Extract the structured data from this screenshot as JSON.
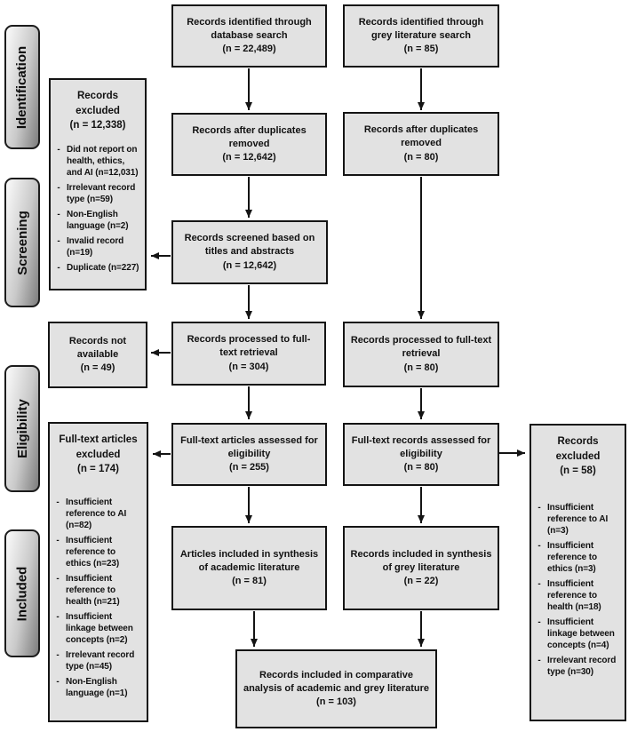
{
  "diagram": {
    "bullet": "-",
    "stages": [
      "Identification",
      "Screening",
      "Eligibility",
      "Included"
    ],
    "academic": {
      "identified": {
        "label": "Records identified through database search",
        "n": "(n = 22,489)"
      },
      "dedup": {
        "label": "Records after duplicates removed",
        "n": "(n = 12,642)"
      },
      "screened": {
        "label": "Records screened based on titles and abstracts",
        "n": "(n = 12,642)"
      },
      "fulltext": {
        "label": "Records processed to full-text retrieval",
        "n": "(n = 304)"
      },
      "assessed": {
        "label": "Full-text articles assessed for eligibility",
        "n": "(n = 255)"
      },
      "included": {
        "label": "Articles included in synthesis of academic literature",
        "n": "(n = 81)"
      }
    },
    "grey": {
      "identified": {
        "label": "Records identified through grey literature search",
        "n": "(n = 85)"
      },
      "dedup": {
        "label": "Records after duplicates removed",
        "n": "(n = 80)"
      },
      "fulltext": {
        "label": "Records processed to full-text retrieval",
        "n": "(n = 80)"
      },
      "assessed": {
        "label": "Full-text records assessed for eligibility",
        "n": "(n = 80)"
      },
      "included": {
        "label": "Records included in synthesis of grey literature",
        "n": "(n = 22)"
      }
    },
    "combined": {
      "label": "Records included in comparative analysis of academic and grey literature",
      "n": "(n = 103)"
    },
    "exclusions": {
      "screening": {
        "title": "Records excluded",
        "n": "(n = 12,338)",
        "items": [
          "Did not report on health, ethics, and AI (n=12,031)",
          "Irrelevant record type (n=59)",
          "Non-English language (n=2)",
          "Invalid record (n=19)",
          "Duplicate (n=227)"
        ]
      },
      "not_available": {
        "title": "Records not available",
        "n": "(n = 49)"
      },
      "fulltext_academic": {
        "title": "Full-text articles excluded",
        "n": "(n = 174)",
        "items": [
          "Insufficient reference to AI (n=82)",
          "Insufficient reference to ethics (n=23)",
          "Insufficient reference to health (n=21)",
          "Insufficient linkage between concepts (n=2)",
          "Irrelevant record type (n=45)",
          "Non-English language (n=1)"
        ]
      },
      "fulltext_grey": {
        "title": "Records excluded",
        "n": "(n = 58)",
        "items": [
          "Insufficient reference to AI (n=3)",
          "Insufficient reference to ethics (n=3)",
          "Insufficient reference to health (n=18)",
          "Insufficient linkage between concepts (n=4)",
          "Irrelevant record type (n=30)"
        ]
      }
    },
    "colors": {
      "box_fill": "#e2e2e2",
      "box_border": "#141414",
      "stage_gradient_light": "#fbfbfb",
      "stage_gradient_dark": "#7d7d7d"
    }
  }
}
